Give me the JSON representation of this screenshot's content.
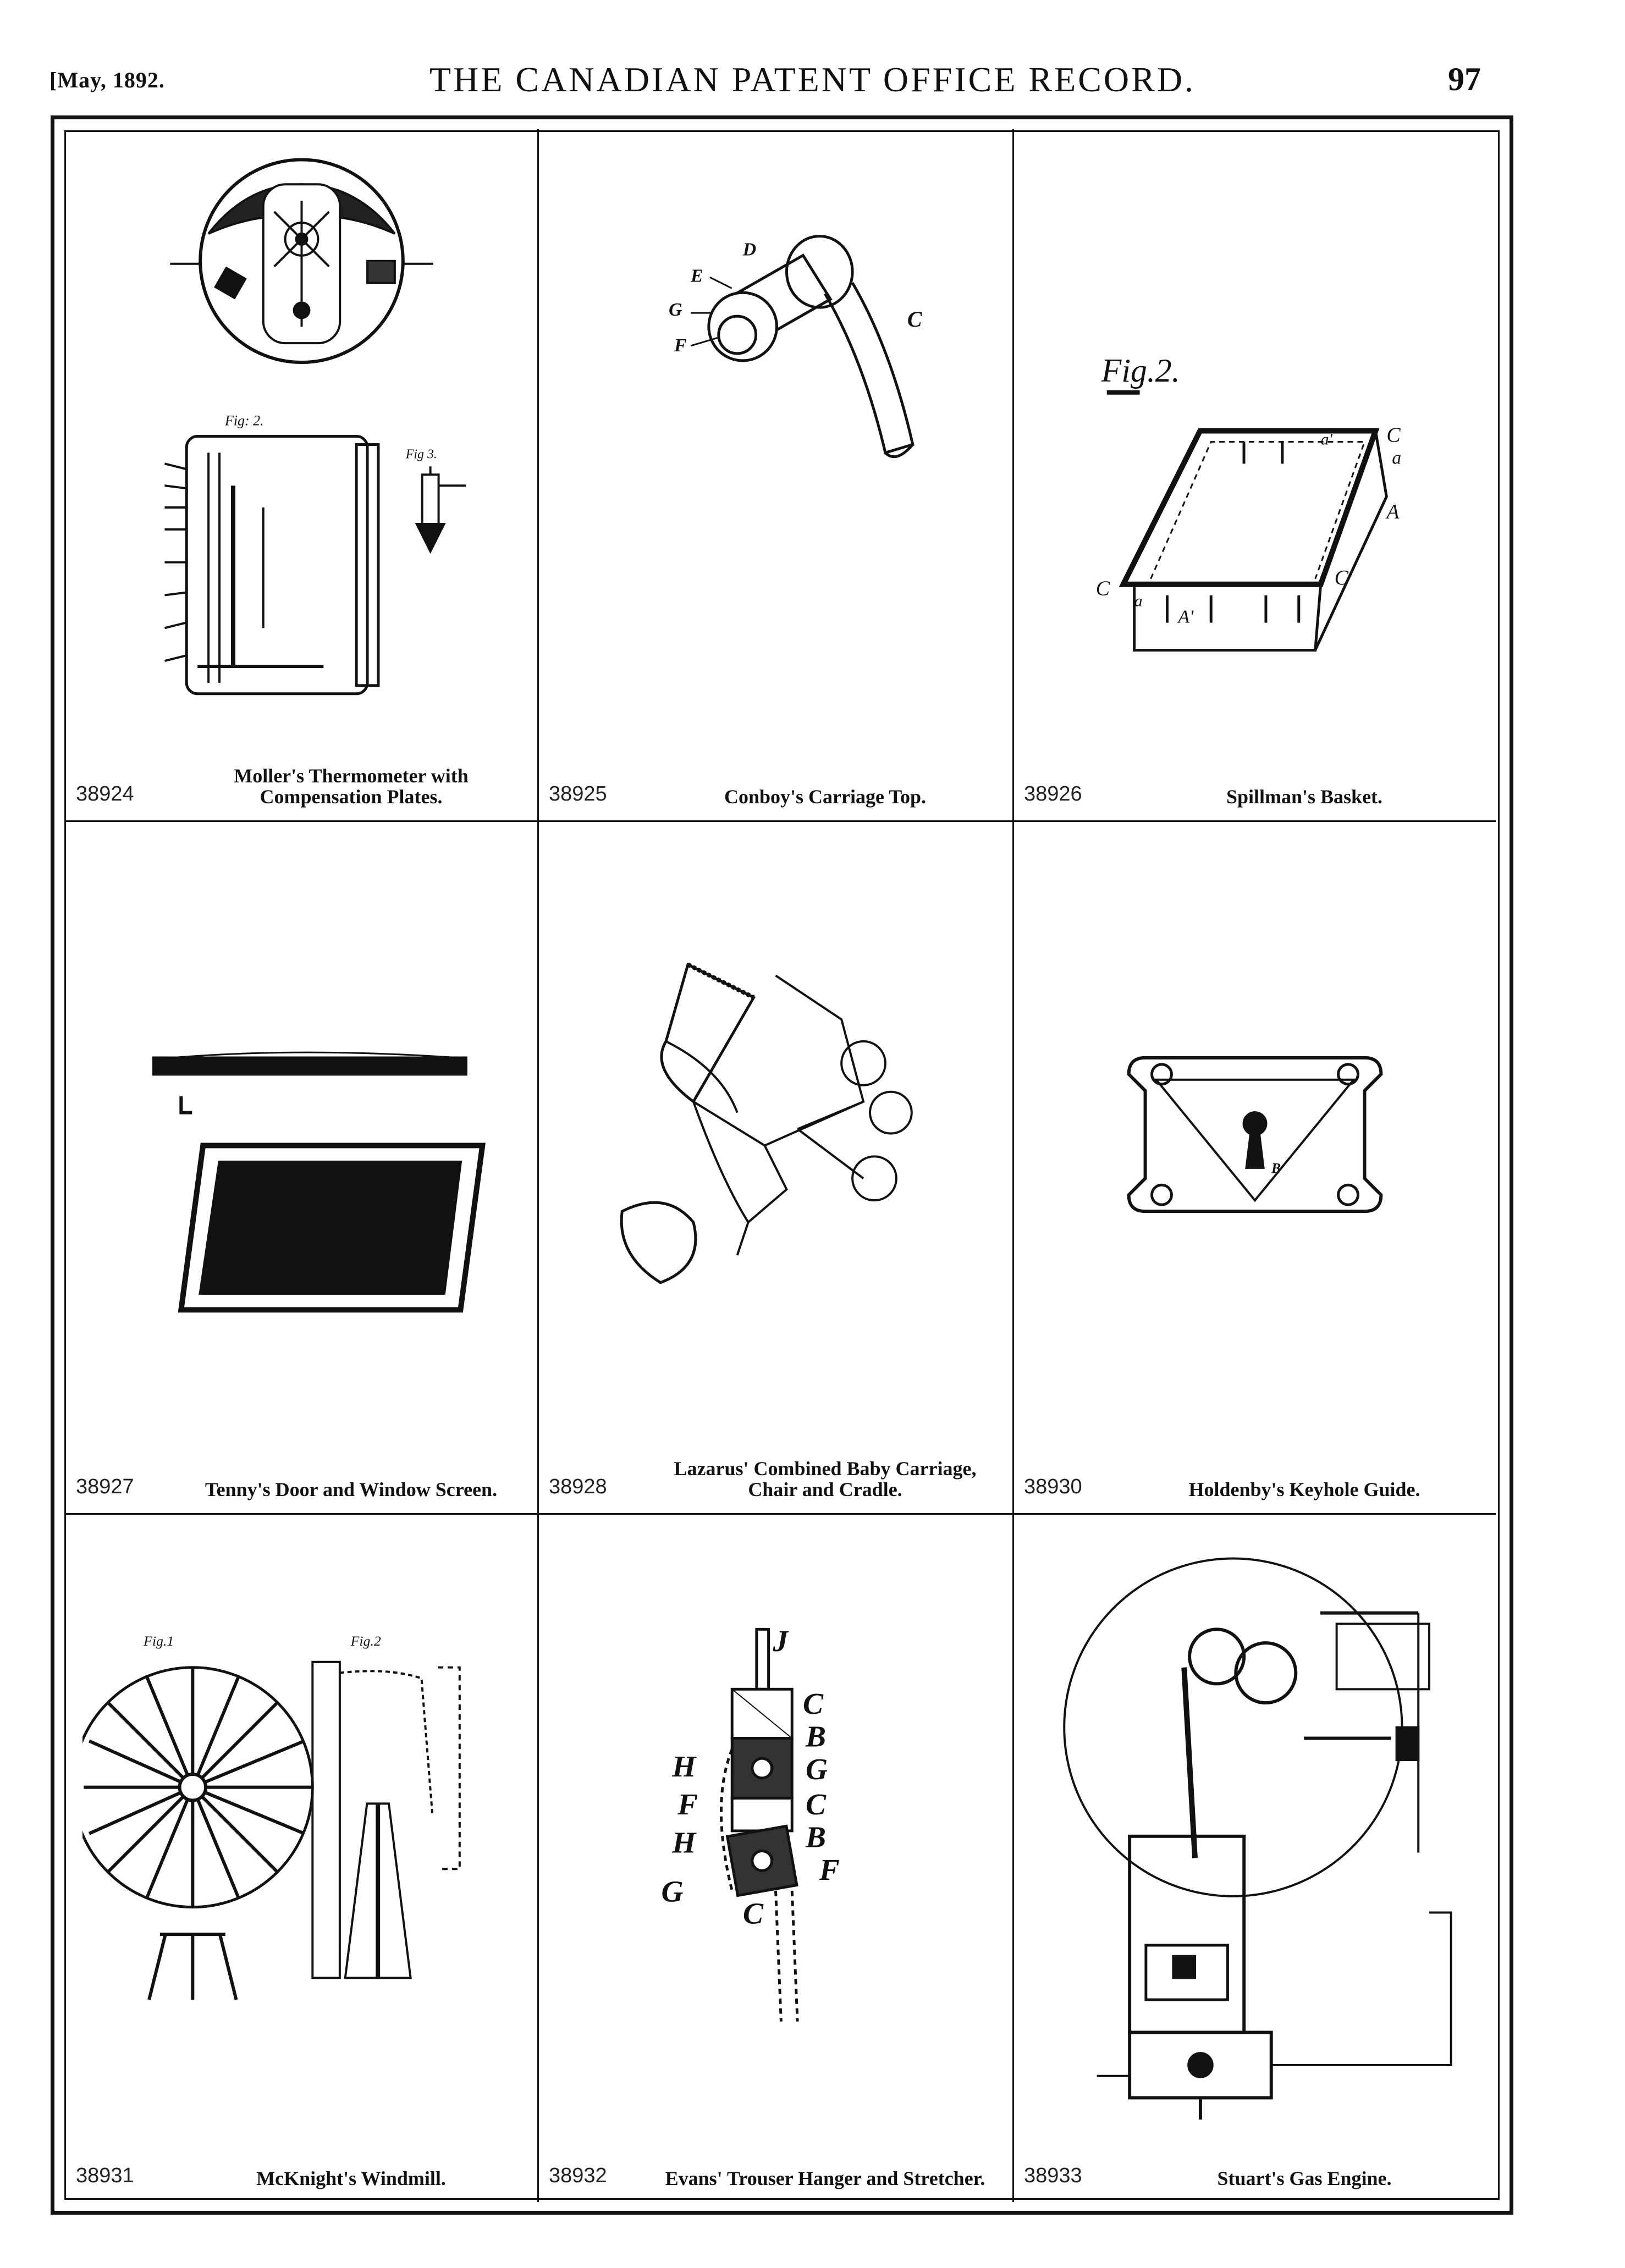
{
  "header": {
    "date": "[May, 1892.",
    "title": "THE CANADIAN PATENT OFFICE RECORD.",
    "page": "97"
  },
  "plates": [
    {
      "number": "38924",
      "title": "Moller's Thermometer with Compensation Plates.",
      "fig_labels": [
        "Fig: 2.",
        "Fig 3."
      ]
    },
    {
      "number": "38925",
      "title": "Conboy's Carriage Top.",
      "fig_labels": [
        "D",
        "E",
        "G",
        "F",
        "C"
      ]
    },
    {
      "number": "38926",
      "title": "Spillman's Basket.",
      "fig_labels": [
        "Fig.2.",
        "C",
        "a",
        "a'",
        "A",
        "C",
        "a",
        "A'",
        "C"
      ]
    },
    {
      "number": "38927",
      "title": "Tenny's Door and Window Screen.",
      "fig_labels": []
    },
    {
      "number": "38928",
      "title": "Lazarus' Combined Baby Carriage, Chair and Cradle.",
      "fig_labels": []
    },
    {
      "number": "38930",
      "title": "Holdenby's Keyhole Guide.",
      "fig_labels": [
        "B"
      ]
    },
    {
      "number": "38931",
      "title": "McKnight's Windmill.",
      "fig_labels": [
        "Fig.1",
        "Fig.2"
      ]
    },
    {
      "number": "38932",
      "title": "Evans' Trouser Hanger and Stretcher.",
      "fig_labels": [
        "J",
        "C",
        "B",
        "G",
        "C",
        "B",
        "F",
        "H",
        "F",
        "H",
        "G",
        "C"
      ]
    },
    {
      "number": "38933",
      "title": "Stuart's Gas Engine.",
      "fig_labels": []
    }
  ]
}
